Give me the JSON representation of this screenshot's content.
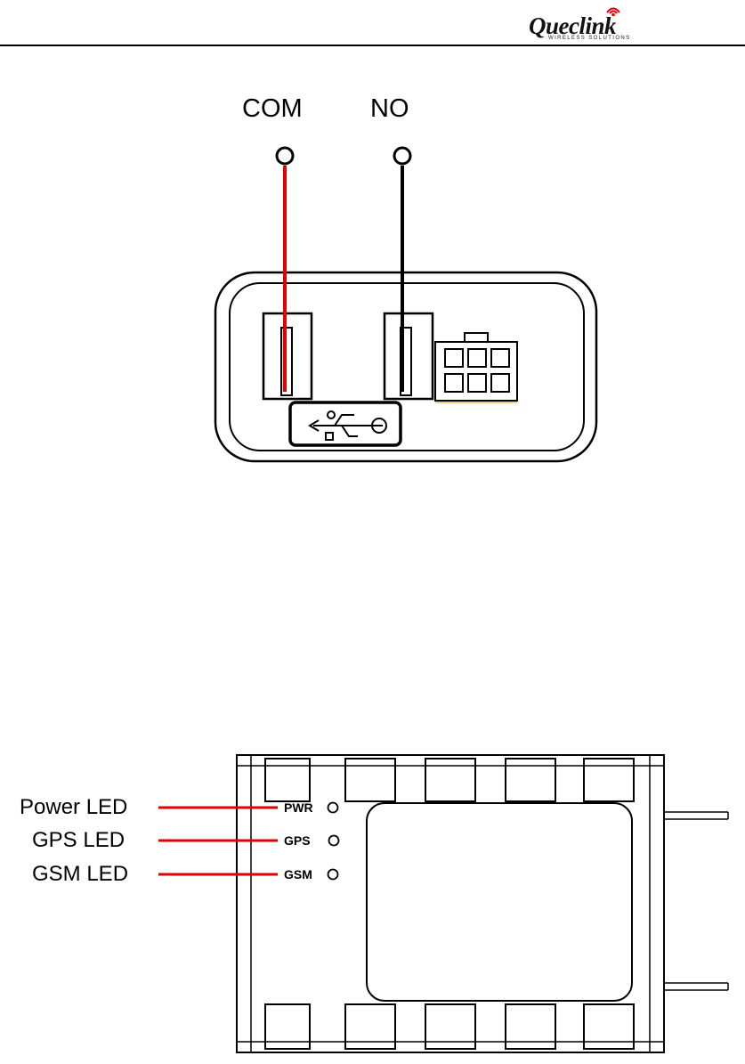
{
  "header": {
    "logo_text": "Queclink",
    "logo_subtext": "WIRELESS SOLUTIONS"
  },
  "relay_diagram": {
    "terminals": [
      {
        "label": "COM",
        "wire_color": "#e00000"
      },
      {
        "label": "NO",
        "wire_color": "#000000"
      }
    ],
    "icons": [
      "usb-icon",
      "connector-6pin-icon"
    ]
  },
  "led_diagram": {
    "callouts": [
      {
        "label": "Power LED",
        "marking": "PWR"
      },
      {
        "label": "GPS LED",
        "marking": "GPS"
      },
      {
        "label": "GSM LED",
        "marking": "GSM"
      }
    ],
    "leader_color": "#e00000"
  }
}
